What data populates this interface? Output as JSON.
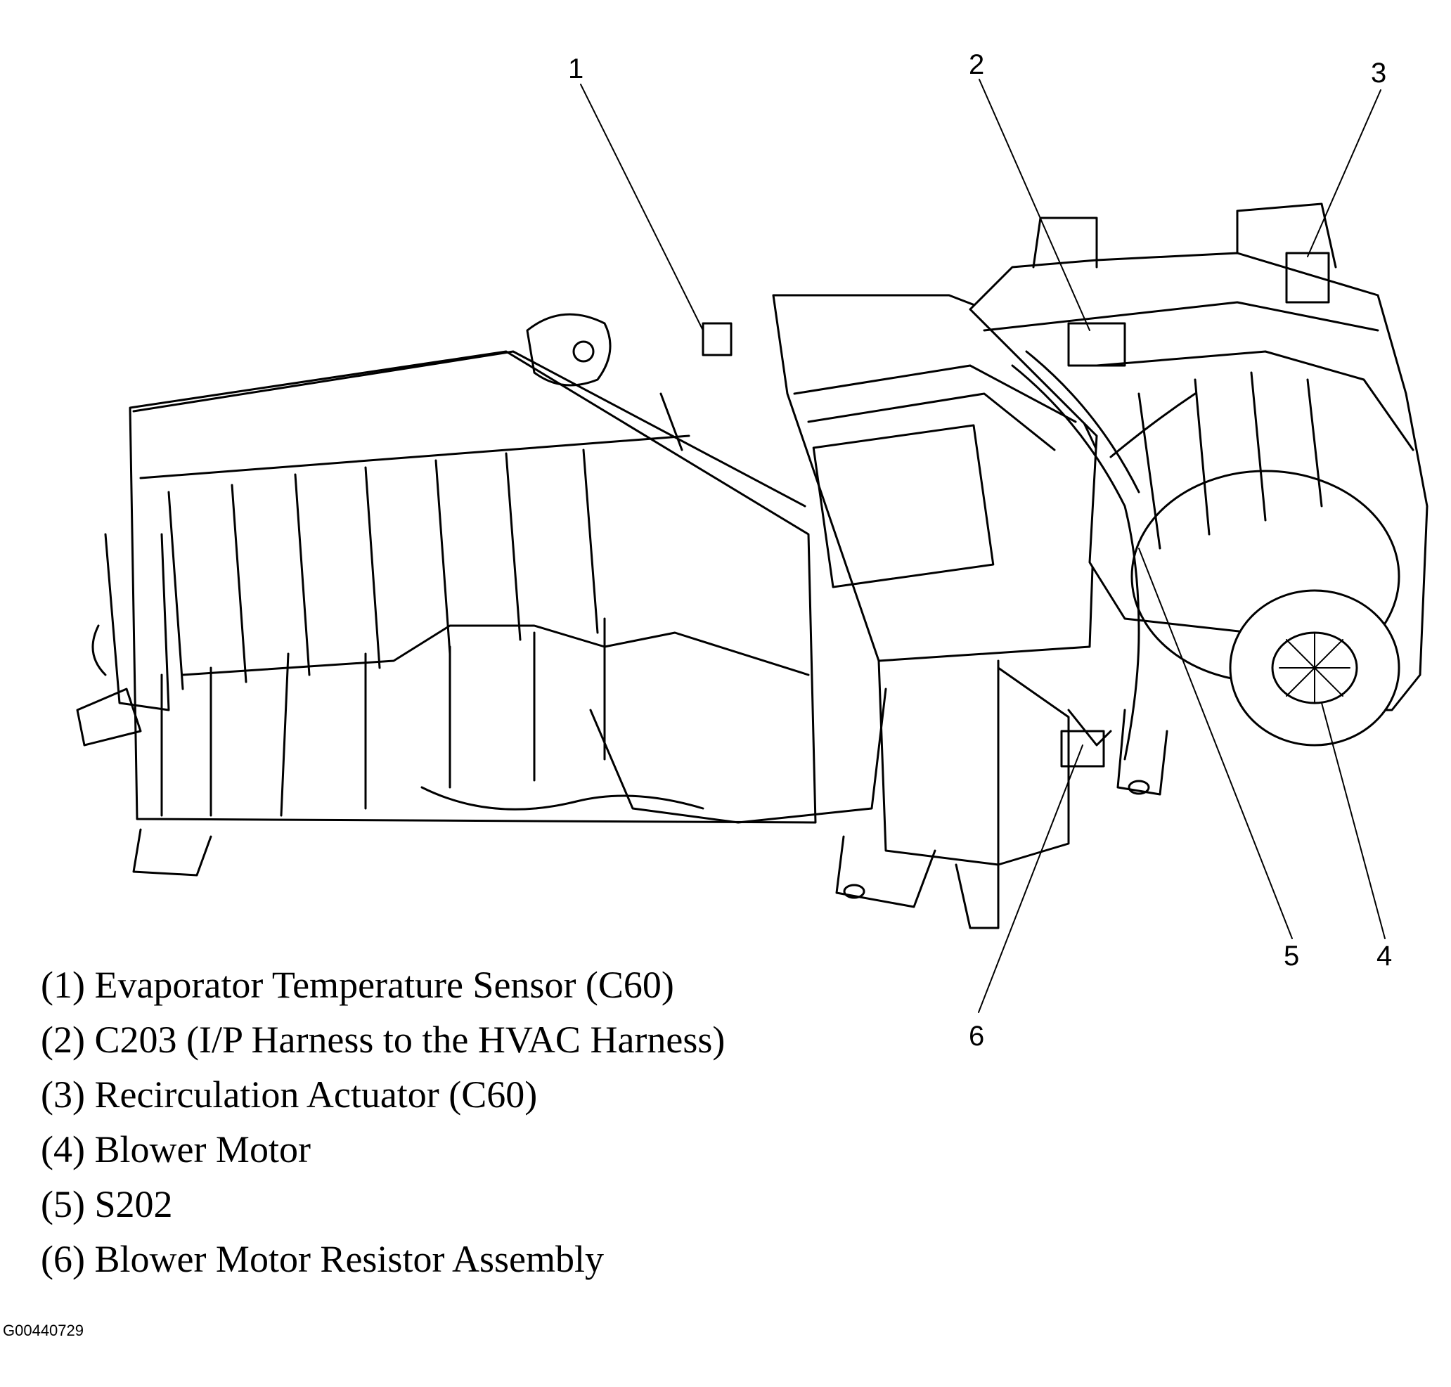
{
  "callouts": [
    "1",
    "2",
    "3",
    "4",
    "5",
    "6"
  ],
  "legend": [
    "(1) Evaporator Temperature Sensor (C60)",
    "(2) C203 (I/P Harness to the HVAC Harness)",
    "(3) Recirculation Actuator (C60)",
    "(4) Blower Motor",
    "(5) S202",
    "(6) Blower Motor Resistor Assembly"
  ],
  "figure_id": "G00440729",
  "colors": {
    "ink": "#000000",
    "paper": "#ffffff"
  }
}
